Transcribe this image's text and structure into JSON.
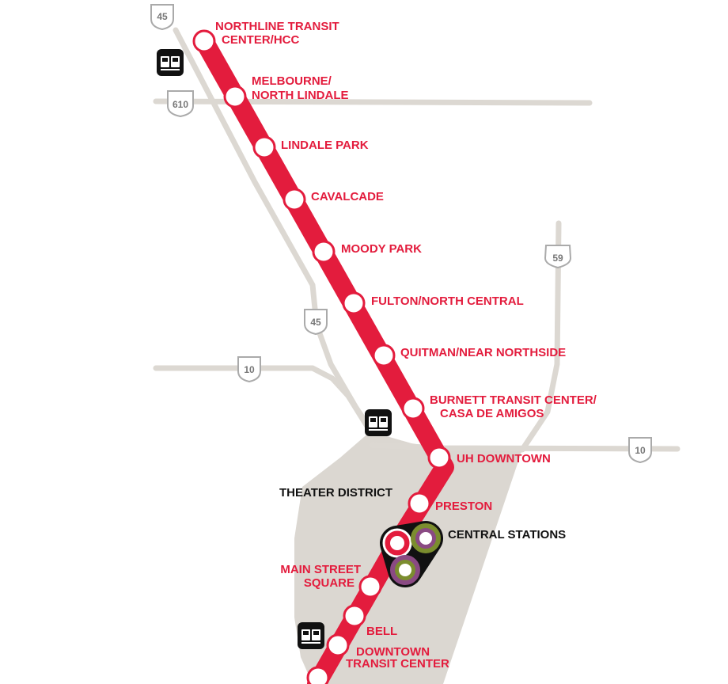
{
  "colors": {
    "line": "#e31c3d",
    "road": "#dcd8d2",
    "downtown": "#dbd7d1",
    "station_fill": "#ffffff",
    "transfer_purple": "#8a4a83",
    "transfer_green": "#7b8d2e",
    "shield_text": "#777777"
  },
  "highways": {
    "i45_top": "45",
    "i610": "610",
    "i45_mid": "45",
    "i10_left": "10",
    "i10_right": "10",
    "us59": "59"
  },
  "stations": [
    {
      "id": "northline",
      "line1": "NORTHLINE TRANSIT",
      "line2": "CENTER/HCC"
    },
    {
      "id": "melbourne",
      "line1": "MELBOURNE/",
      "line2": "NORTH LINDALE"
    },
    {
      "id": "lindale",
      "line1": "LINDALE PARK",
      "line2": ""
    },
    {
      "id": "cavalcade",
      "line1": "CAVALCADE",
      "line2": ""
    },
    {
      "id": "moody",
      "line1": "MOODY PARK",
      "line2": ""
    },
    {
      "id": "fulton",
      "line1": "FULTON/NORTH CENTRAL",
      "line2": ""
    },
    {
      "id": "quitman",
      "line1": "QUITMAN/NEAR NORTHSIDE",
      "line2": ""
    },
    {
      "id": "burnett",
      "line1": "BURNETT TRANSIT CENTER/",
      "line2": "CASA DE AMIGOS"
    },
    {
      "id": "uh",
      "line1": "UH DOWNTOWN",
      "line2": ""
    },
    {
      "id": "preston",
      "line1": "PRESTON",
      "line2": ""
    },
    {
      "id": "mainstreet",
      "line1": "MAIN STREET",
      "line2": "SQUARE"
    },
    {
      "id": "bell",
      "line1": "BELL",
      "line2": ""
    },
    {
      "id": "downtown",
      "line1": "DOWNTOWN",
      "line2": "TRANSIT CENTER"
    }
  ],
  "labels": {
    "theater_district": "THEATER DISTRICT",
    "central_stations": "CENTRAL STATIONS"
  },
  "icons": [
    "transit-center-icon",
    "shield-icon"
  ]
}
